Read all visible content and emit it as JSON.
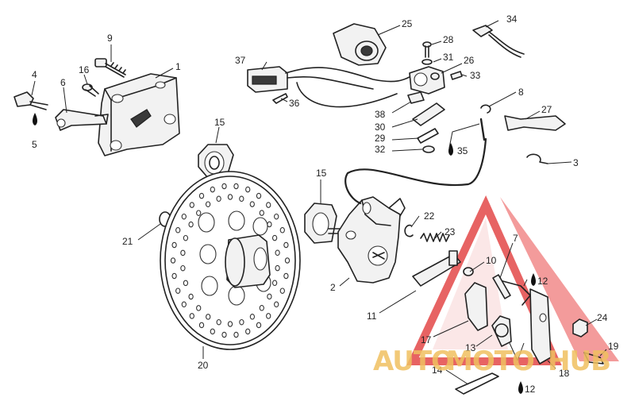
{
  "callouts": {
    "c1": "1",
    "c2": "2",
    "c3": "3",
    "c4": "4",
    "c5": "5",
    "c6": "6",
    "c7": "7",
    "c8": "8",
    "c9": "9",
    "c10": "10",
    "c11": "11",
    "c12a": "12",
    "c12b": "12",
    "c13": "13",
    "c14": "14",
    "c15a": "15",
    "c15b": "15",
    "c16": "16",
    "c17": "17",
    "c18": "18",
    "c19": "19",
    "c20": "20",
    "c21": "21",
    "c22": "22",
    "c23": "23",
    "c24": "24",
    "c25": "25",
    "c26": "26",
    "c27": "27",
    "c28": "28",
    "c29": "29",
    "c30": "30",
    "c31": "31",
    "c32": "32",
    "c33": "33",
    "c34": "34",
    "c35": "35",
    "c36": "36",
    "c37": "37",
    "c38": "38"
  },
  "watermark": {
    "word_part1": "AUTO",
    "word_part2": "MOTO",
    "word_part3": "HUB",
    "color_gold": "#f0c060",
    "color_red": "#e03030"
  },
  "icons": {
    "oil_drop": "oil-drop-icon"
  }
}
